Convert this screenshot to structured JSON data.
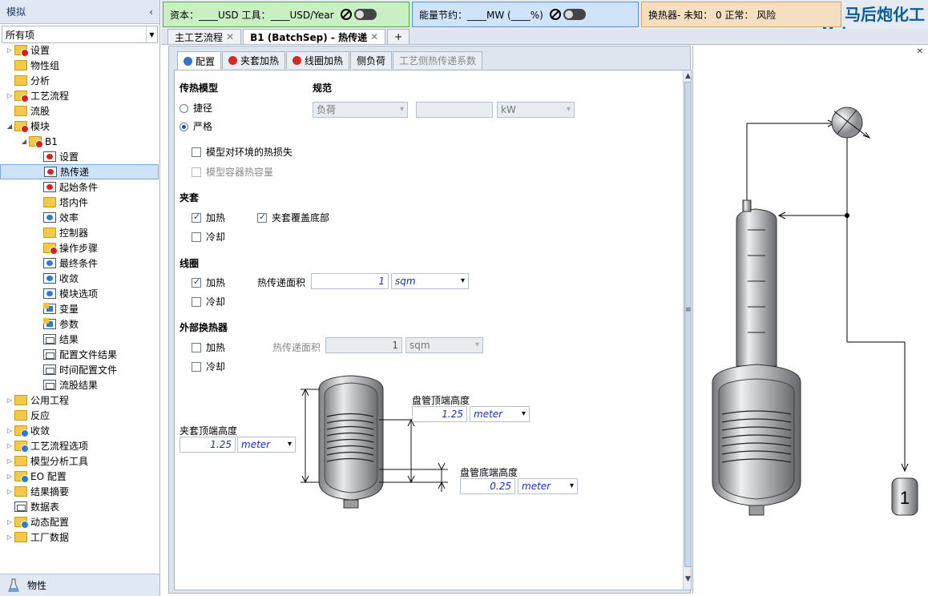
{
  "left_panel": {
    "header": "模拟",
    "collapse_glyph": "‹",
    "filter": "所有项",
    "footer": "物性",
    "tree": [
      {
        "label": "设置",
        "icon": "folder-red-icon",
        "depth": 0,
        "exp": "▷"
      },
      {
        "label": "物性组",
        "icon": "folder-icon",
        "depth": 0,
        "exp": ""
      },
      {
        "label": "分析",
        "icon": "folder-icon",
        "depth": 0,
        "exp": ""
      },
      {
        "label": "工艺流程",
        "icon": "folder-red-icon",
        "depth": 0,
        "exp": "▷"
      },
      {
        "label": "流股",
        "icon": "folder-icon",
        "depth": 0,
        "exp": ""
      },
      {
        "label": "模块",
        "icon": "folder-red-icon",
        "depth": 0,
        "exp": "◢"
      },
      {
        "label": "B1",
        "icon": "folder-red-icon",
        "depth": 1,
        "exp": "◢"
      },
      {
        "label": "设置",
        "icon": "form-red-icon",
        "depth": 2,
        "exp": ""
      },
      {
        "label": "热传递",
        "icon": "form-red-icon",
        "depth": 2,
        "exp": "",
        "selected": true
      },
      {
        "label": "起始条件",
        "icon": "form-red-icon",
        "depth": 2,
        "exp": ""
      },
      {
        "label": "塔内件",
        "icon": "folder-icon",
        "depth": 2,
        "exp": ""
      },
      {
        "label": "效率",
        "icon": "form-blue-icon",
        "depth": 2,
        "exp": ""
      },
      {
        "label": "控制器",
        "icon": "folder-icon",
        "depth": 2,
        "exp": ""
      },
      {
        "label": "操作步骤",
        "icon": "folder-red-icon",
        "depth": 2,
        "exp": ""
      },
      {
        "label": "最终条件",
        "icon": "form-blue-icon",
        "depth": 2,
        "exp": ""
      },
      {
        "label": "收敛",
        "icon": "form-blue-icon",
        "depth": 2,
        "exp": ""
      },
      {
        "label": "模块选项",
        "icon": "form-blue-icon",
        "depth": 2,
        "exp": ""
      },
      {
        "label": "变量",
        "icon": "form-check-icon",
        "depth": 2,
        "exp": ""
      },
      {
        "label": "参数",
        "icon": "form-check-icon",
        "depth": 2,
        "exp": ""
      },
      {
        "label": "结果",
        "icon": "form-icon",
        "depth": 2,
        "exp": ""
      },
      {
        "label": "配置文件结果",
        "icon": "form-icon",
        "depth": 2,
        "exp": ""
      },
      {
        "label": "时间配置文件",
        "icon": "form-icon",
        "depth": 2,
        "exp": ""
      },
      {
        "label": "流股结果",
        "icon": "form-icon",
        "depth": 2,
        "exp": ""
      },
      {
        "label": "公用工程",
        "icon": "folder-icon",
        "depth": 0,
        "exp": "▷"
      },
      {
        "label": "反应",
        "icon": "folder-icon",
        "depth": 0,
        "exp": ""
      },
      {
        "label": "收敛",
        "icon": "folder-blue-icon",
        "depth": 0,
        "exp": "▷"
      },
      {
        "label": "工艺流程选项",
        "icon": "folder-blue-icon",
        "depth": 0,
        "exp": "▷"
      },
      {
        "label": "模型分析工具",
        "icon": "folder-icon",
        "depth": 0,
        "exp": "▷"
      },
      {
        "label": "EO 配置",
        "icon": "folder-blue-icon",
        "depth": 0,
        "exp": "▷"
      },
      {
        "label": "结果摘要",
        "icon": "folder-icon",
        "depth": 0,
        "exp": "▷"
      },
      {
        "label": "数据表",
        "icon": "table-icon",
        "depth": 0,
        "exp": ""
      },
      {
        "label": "动态配置",
        "icon": "folder-blue-icon",
        "depth": 0,
        "exp": "▷"
      },
      {
        "label": "工厂数据",
        "icon": "folder-icon",
        "depth": 0,
        "exp": "▷"
      }
    ]
  },
  "top": {
    "capital": "资本：____USD  工具：____USD/Year",
    "energy": "能量节约：____MW   (____%)",
    "hx": "换热器- 未知： 0   正常：  风险",
    "watermark_cn": "马后炮化工",
    "watermark_url": "Mahoupao.com",
    "colors": {
      "capital_bg": "#c9f0c2",
      "capital_border": "#56a548",
      "energy_bg": "#cfe3fb",
      "energy_border": "#5a8fd6",
      "hx_bg": "#f5dfc0",
      "hx_border": "#d4a35e"
    }
  },
  "doc_tabs": [
    {
      "label": "主工艺流程",
      "active": false
    },
    {
      "label": "B1 (BatchSep) - 热传递",
      "active": true
    }
  ],
  "doc_tabs_add": "+",
  "sub_tabs": [
    {
      "label": "配置",
      "state": "ok",
      "active": true
    },
    {
      "label": "夹套加热",
      "state": "err"
    },
    {
      "label": "线圈加热",
      "state": "err"
    },
    {
      "label": "侧负荷",
      "state": "none"
    },
    {
      "label": "工艺侧热传递系数",
      "state": "disabled"
    }
  ],
  "form": {
    "model_title": "传热模型",
    "shortcut": "捷径",
    "rigorous": "严格",
    "spec_title": "规范",
    "spec_value": "负荷",
    "spec_unit": "kW",
    "ambient_loss": "模型对环境的热损失",
    "vessel_heat": "模型容器热容量",
    "jacket_title": "夹套",
    "jacket_heat": "加热",
    "jacket_bottom": "夹套覆盖底部",
    "jacket_cool": "冷却",
    "coil_title": "线圈",
    "coil_heat": "加热",
    "coil_area_label": "热传递面积",
    "coil_area": "1",
    "coil_area_unit": "sqm",
    "coil_cool": "冷却",
    "ext_title": "外部换热器",
    "ext_heat": "加热",
    "ext_area_label": "热传递面积",
    "ext_area": "1",
    "ext_area_unit": "sqm",
    "ext_cool": "冷却",
    "jacket_top_label": "夹套顶端高度",
    "jacket_top": "1.25",
    "jacket_top_unit": "meter",
    "coil_top_label": "盘管顶端高度",
    "coil_top": "1.25",
    "coil_top_unit": "meter",
    "coil_bottom_label": "盘管底端高度",
    "coil_bottom": "0.25",
    "coil_bottom_unit": "meter"
  },
  "diagram": {
    "receiver_label": "1"
  }
}
